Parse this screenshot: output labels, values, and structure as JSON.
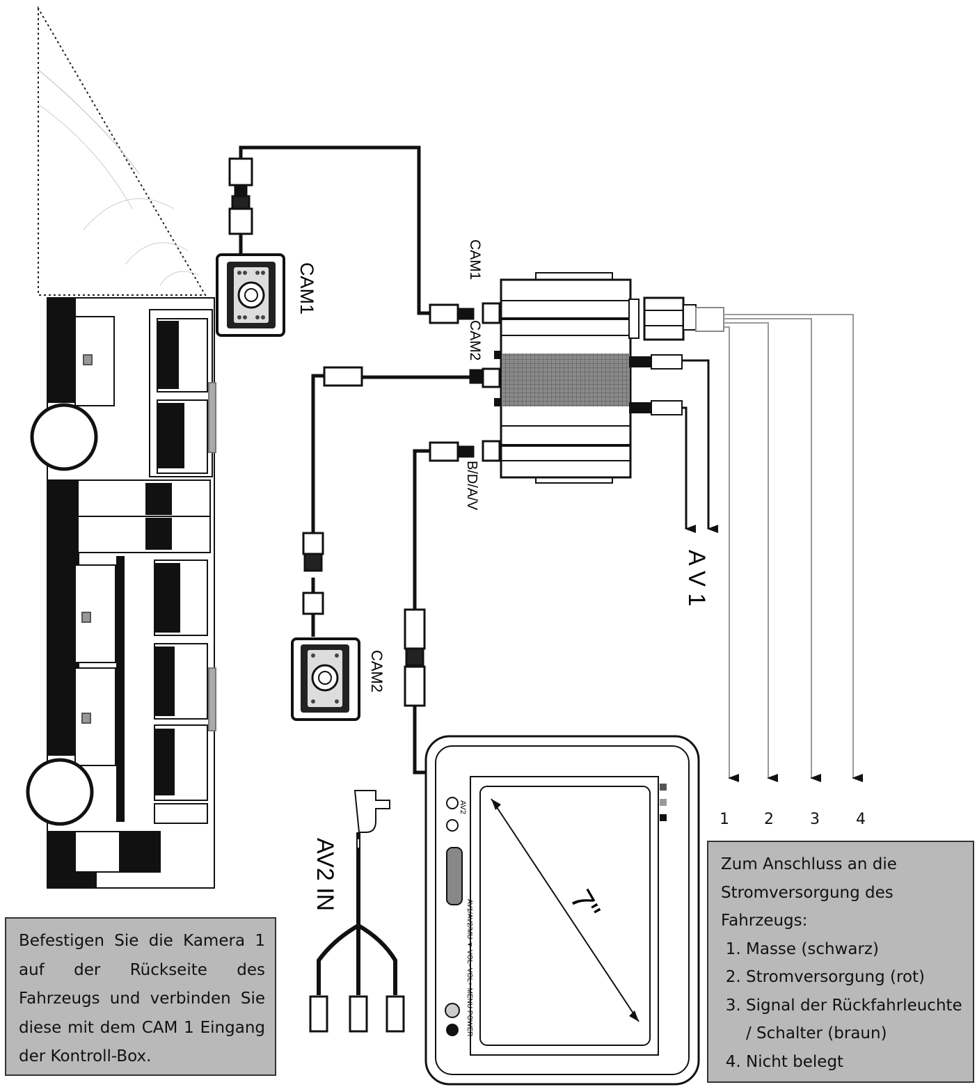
{
  "labels": {
    "cam1_camera": "CAM1",
    "cam2_camera": "CAM2",
    "cam1_port": "CAM1",
    "cam2_port": "CAM2",
    "bdav_port": "B/D/A/V",
    "av1": "A V 1",
    "av2_in": "AV2 IN",
    "screen_size": "7\"",
    "wire_numbers": [
      "1",
      "2",
      "3",
      "4"
    ]
  },
  "monitor_text": {
    "av2_jack": "AV2",
    "buttons": "AV1/AV2/MU ▼ VOL- VOL+ MENU POWER"
  },
  "note_left": {
    "text": "Befestigen Sie die Kamera 1 auf der Rückseite des Fahrzeugs und verbinden Sie diese mit dem CAM 1 Eingang der Kontroll-Box."
  },
  "note_right": {
    "intro": "Zum Anschluss an die Stromversorgung des Fahrzeugs:",
    "items": [
      "Masse (schwarz)",
      "Stromversorgung (rot)",
      "Signal der Rückfahrleuchte / Schalter (braun)",
      "Nicht belegt"
    ]
  },
  "colors": {
    "cable": "#111111",
    "note_bg": "#b9b9b9",
    "box_grid": "#6a6a6a"
  }
}
